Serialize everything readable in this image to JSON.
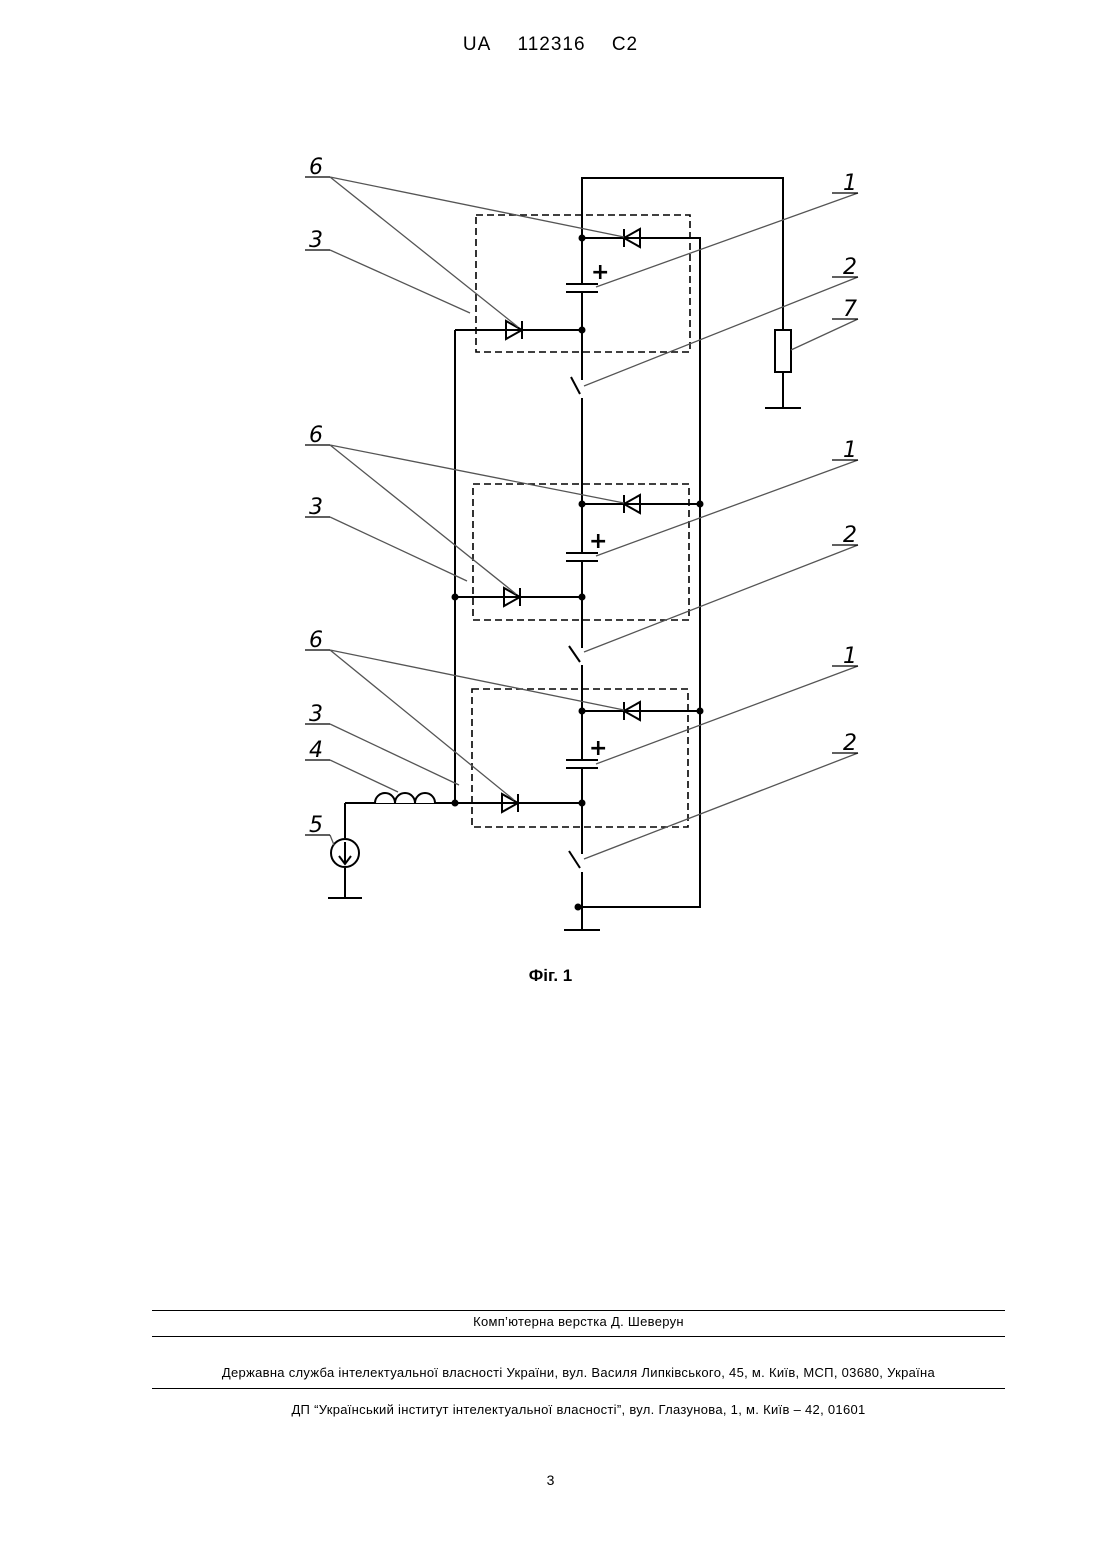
{
  "header": {
    "country": "UA",
    "number": "112316",
    "kind": "C2"
  },
  "figure": {
    "caption": "Фіг. 1",
    "labels": {
      "capacitor": "1",
      "switch": "2",
      "module": "3",
      "inductor": "4",
      "source": "5",
      "diode": "6",
      "load": "7"
    },
    "polarity": "+"
  },
  "footer": {
    "layout": "Комп’ютерна верстка Д. Шеверун",
    "office": "Державна служба інтелектуальної власності України, вул. Василя Липківського, 45, м. Київ, МСП, 03680, Україна",
    "institute": "ДП “Український інститут інтелектуальної власності”, вул. Глазунова, 1, м. Київ – 42, 01601"
  },
  "page_number": "3"
}
